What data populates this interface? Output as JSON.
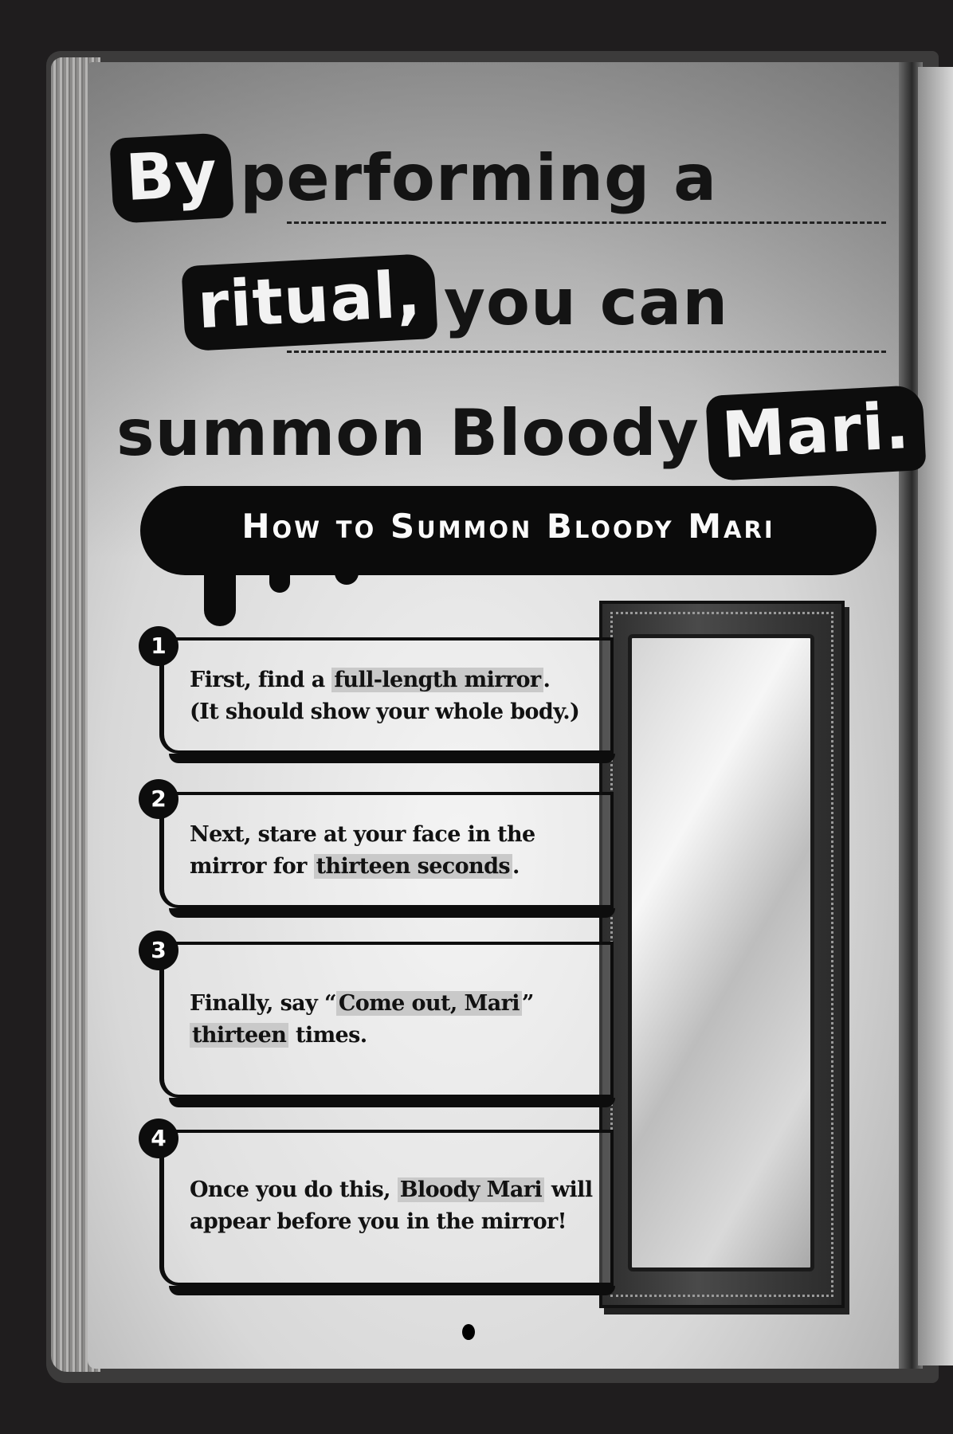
{
  "headline": {
    "line1_highlight": "By",
    "line1_rest": "performing a",
    "line2_highlight": "ritual,",
    "line2_rest": "you can",
    "line3_rest": "summon Bloody",
    "line3_highlight": "Mari."
  },
  "banner": {
    "title": "How to Summon Bloody Mari"
  },
  "steps": [
    {
      "number": "1",
      "before": "First, find a ",
      "highlight": "full-length mirror",
      "after": ".",
      "line2": "(It should show your whole body.)"
    },
    {
      "number": "2",
      "line1": "Next, stare at your face in the",
      "before": "mirror for ",
      "highlight": "thirteen seconds",
      "after": "."
    },
    {
      "number": "3",
      "before": "Finally, say “",
      "highlight": "Come out, Mari",
      "after": "”",
      "highlight2": "thirteen",
      "after2": " times."
    },
    {
      "number": "4",
      "before": "Once you do this, ",
      "highlight": "Bloody Mari",
      "after": " will",
      "line2": "appear before you in the mirror!"
    }
  ]
}
